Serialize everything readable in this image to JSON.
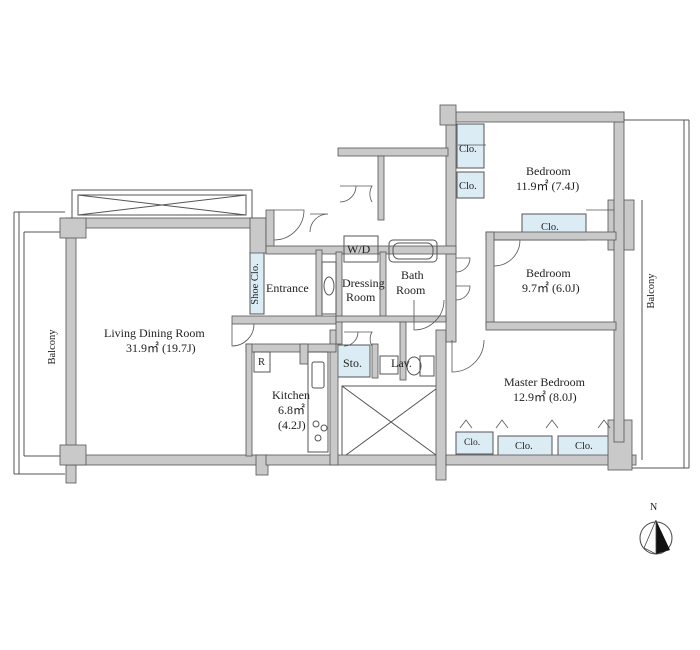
{
  "rooms": {
    "ldr_name": "Living Dining Room",
    "ldr_area": "31.9㎡ (19.7J)",
    "kitchen_name": "Kitchen",
    "kitchen_area": "6.8㎡",
    "kitchen_j": "(4.2J)",
    "entrance": "Entrance",
    "shoe_clo": "Shoe Clo.",
    "wd": "W/D",
    "dressing1": "Dressing",
    "dressing2": "Room",
    "bath1": "Bath",
    "bath2": "Room",
    "sto": "Sto.",
    "lav": "Lav.",
    "fridge": "R",
    "bed1_name": "Bedroom",
    "bed1_area": "11.9㎡ (7.4J)",
    "bed2_name": "Bedroom",
    "bed2_area": "9.7㎡ (6.0J)",
    "master_name": "Master Bedroom",
    "master_area": "12.9㎡ (8.0J)",
    "clo": "Clo.",
    "balcony_left": "Balcony",
    "balcony_right": "Balcony"
  },
  "compass": {
    "label": "N"
  },
  "colors": {
    "wall": "#c9c9c9",
    "wall_stroke": "#555555",
    "closet_fill": "#dcecf5",
    "line": "#444444"
  }
}
